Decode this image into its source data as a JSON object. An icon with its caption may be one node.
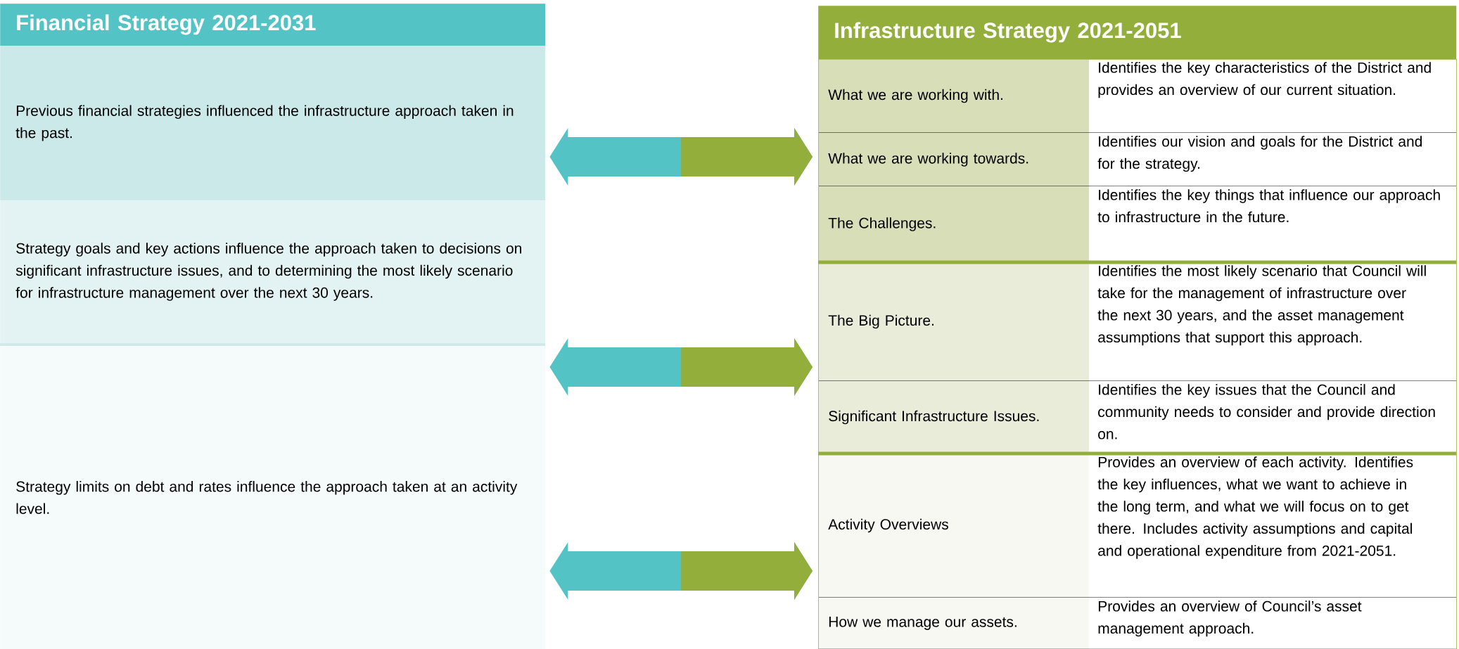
{
  "diagram": {
    "nodes": [
      {
        "text": [
          "Financial Strategy 2021-2031"
        ]
      },
      {
        "text": [
          "Previous financial strategies influenced the infrastructure approach taken in the past."
        ]
      },
      {
        "text": [
          "Strategy goals and key actions influence the approach taken to decisions on significant infrastructure issues, and to determining the most likely scenario for infrastructure management over the next 30 years."
        ]
      },
      {
        "text": [
          "Strategy limits on debt and rates influence the approach taken at an activity level."
        ]
      },
      {
        "text": [
          "Infrastructure Strategy 2021-2051"
        ]
      },
      {
        "text": [],
        "shape": "box"
      },
      {
        "text": [
          "What we are working with.",
          "Identifies the key characteristics of the District and provides an overview of our current situation."
        ],
        "in": 5
      },
      {
        "text": [
          "What we are working towards.",
          "Identifies our vision and goals for the District and for the strategy."
        ],
        "in": 5
      },
      {
        "text": [
          "The Challenges.",
          "Identifies the key things that influence our approach to infrastructure in the future."
        ],
        "in": 5
      },
      {
        "text": [],
        "shape": "box"
      },
      {
        "text": [
          "The Big Picture.",
          "Identifies the most likely scenario that Council will take for the management of infrastructure over the next 30 years, and the asset management assumptions that support this approach."
        ],
        "in": 9
      },
      {
        "text": [
          "Significant Infrastructure Issues.",
          "Identifies the key issues that the Council and community needs to consider and provide direction on."
        ],
        "in": 9
      },
      {
        "text": [],
        "shape": "box"
      },
      {
        "text": [
          "Activity Overviews",
          "Provides an overview of each activity. Identifies the key influences, what we want to achieve in the long term, and what we will focus on to get there. Includes activity assumptions and capital and operational expenditure from 2021-2051."
        ],
        "in": 12
      },
      {
        "text": [
          "How we manage our assets.",
          "Provides an overview of Council’s asset management approach."
        ],
        "in": 12
      }
    ],
    "edges": [
      {
        "from": 1,
        "to": 5,
        "arrow": "both"
      },
      {
        "from": 2,
        "to": 9,
        "arrow": "both"
      },
      {
        "from": 3,
        "to": 12,
        "arrow": "both"
      }
    ]
  }
}
